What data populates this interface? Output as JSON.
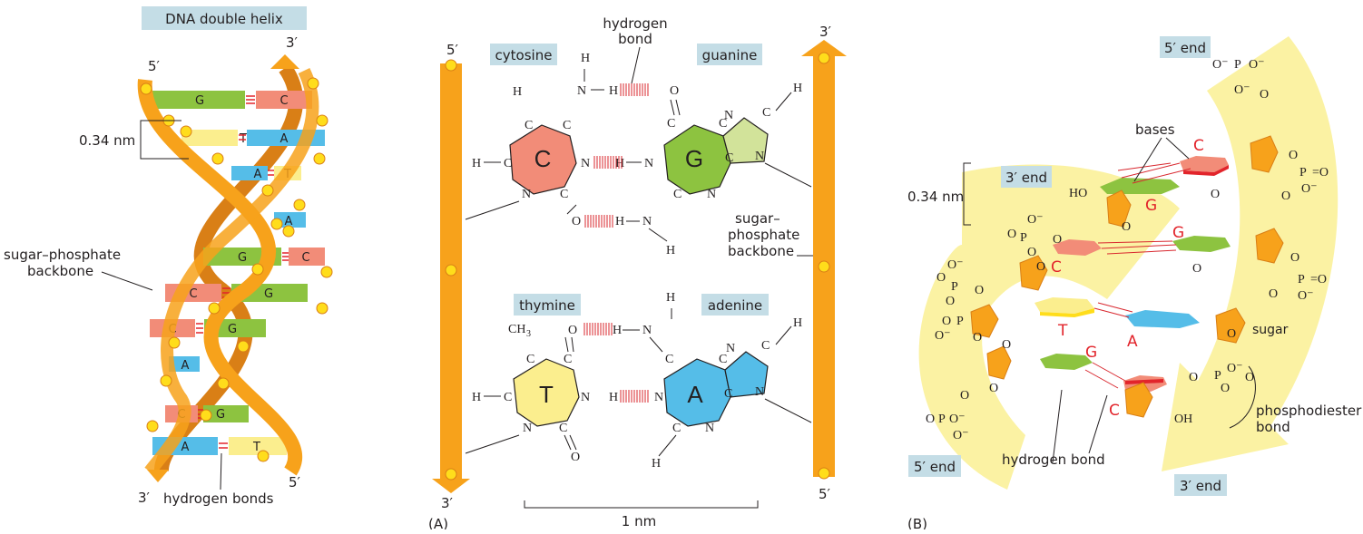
{
  "colors": {
    "backbone": "#f7a21b",
    "backbone_dark": "#d97f16",
    "phosphate": "#ffdd1b",
    "cytosine": "#f28c78",
    "guanine": "#8dc340",
    "guanine_light": "#d2e39a",
    "thymine": "#fbee8e",
    "adenine": "#55bde8",
    "label_box": "#c4dde6",
    "highlight": "#fbf2a3",
    "hydrogen_bond": "#e2242b"
  },
  "left": {
    "title": "DNA double helix",
    "prime5_top": "5′",
    "prime3_top": "3′",
    "prime3_bottom": "3′",
    "prime5_bottom": "5′",
    "spacing": "0.34 nm",
    "backbone_label_line1": "sugar–phosphate",
    "backbone_label_line2": "backbone",
    "hbonds_label": "hydrogen bonds",
    "pairs": [
      {
        "l": "G",
        "r": "C"
      },
      {
        "l": "T",
        "r": "A"
      },
      {
        "l": "A",
        "r": "T"
      },
      {
        "l": "A",
        "r": ""
      },
      {
        "l": "G",
        "r": "C"
      },
      {
        "l": "C",
        "r": "G"
      },
      {
        "l": "C",
        "r": "G"
      },
      {
        "l": "A",
        "r": ""
      },
      {
        "l": "C",
        "r": "G"
      },
      {
        "l": "A",
        "r": "T"
      }
    ]
  },
  "middle": {
    "prime5_top": "5′",
    "prime3_bottom": "3′",
    "prime3_top": "3′",
    "prime5_bottom": "5′",
    "cytosine": "cytosine",
    "guanine": "guanine",
    "thymine": "thymine",
    "adenine": "adenine",
    "hbond_line1": "hydrogen",
    "hbond_line2": "bond",
    "backbone_line1": "sugar–",
    "backbone_line2": "phosphate",
    "backbone_line3": "backbone",
    "scale": "1 nm",
    "panel": "(A)",
    "base_C": "C",
    "base_G": "G",
    "base_T": "T",
    "base_A": "A",
    "atom_C": "C",
    "atom_N": "N",
    "atom_O": "O",
    "atom_H": "H",
    "ch3": "CH",
    "ch3_sub": "3"
  },
  "right": {
    "end5_top": "5′ end",
    "end3_left": "3′ end",
    "end5_bottom": "5′ end",
    "end3_bottom": "3′ end",
    "spacing": "0.34 nm",
    "bases_label": "bases",
    "sugar_label": "sugar",
    "phosphodiester_line1": "phosphodiester",
    "phosphodiester_line2": "bond",
    "hydrogen_bond": "hydrogen bond",
    "panel": "(B)",
    "bC1": "C",
    "bG1": "G",
    "bG2": "G",
    "bC2": "C",
    "bT": "T",
    "bA": "A",
    "bG3": "G",
    "bC3": "C",
    "HO": "HO",
    "OH": "OH",
    "O": "O",
    "Ominus": "O⁻",
    "P": "P",
    "eqO": "=O"
  }
}
